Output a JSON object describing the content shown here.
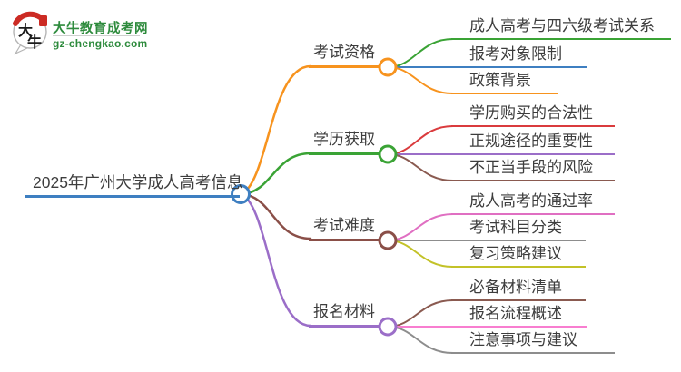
{
  "logo": {
    "title": "大牛教育成考网",
    "subtitle": "gz-chengkao.com",
    "icon_char_top": "大",
    "icon_char_bottom": "牛",
    "brand_color": "#2e8b3d",
    "seal_color": "#cc2b24"
  },
  "mindmap": {
    "text_color": "#3d3d3d",
    "root": {
      "label": "2025年广州大学成人高考信息",
      "color": "#3e7fc1"
    },
    "branches": [
      {
        "label": "考试资格",
        "color": "#f7931e",
        "children": [
          {
            "label": "成人高考与四六级考试关系",
            "color": "#3aa335"
          },
          {
            "label": "报考对象限制",
            "color": "#3e7fc1"
          },
          {
            "label": "政策背景",
            "color": "#f7931e"
          }
        ]
      },
      {
        "label": "学历获取",
        "color": "#3aa335",
        "children": [
          {
            "label": "学历购买的合法性",
            "color": "#da3b3d"
          },
          {
            "label": "正规途径的重要性",
            "color": "#9b6ec8"
          },
          {
            "label": "不正当手段的风险",
            "color": "#8a5a50"
          }
        ]
      },
      {
        "label": "考试难度",
        "color": "#8a4f48",
        "children": [
          {
            "label": "成人高考的通过率",
            "color": "#e06fc2"
          },
          {
            "label": "考试科目分类",
            "color": "#8d8d8d"
          },
          {
            "label": "复习策略建议",
            "color": "#c3c228"
          }
        ]
      },
      {
        "label": "报名材料",
        "color": "#9b6ec8",
        "children": [
          {
            "label": "必备材料清单",
            "color": "#8a5a50"
          },
          {
            "label": "报名流程概述",
            "color": "#f87ed0"
          },
          {
            "label": "注意事项与建议",
            "color": "#8d8d8d"
          }
        ]
      }
    ]
  }
}
